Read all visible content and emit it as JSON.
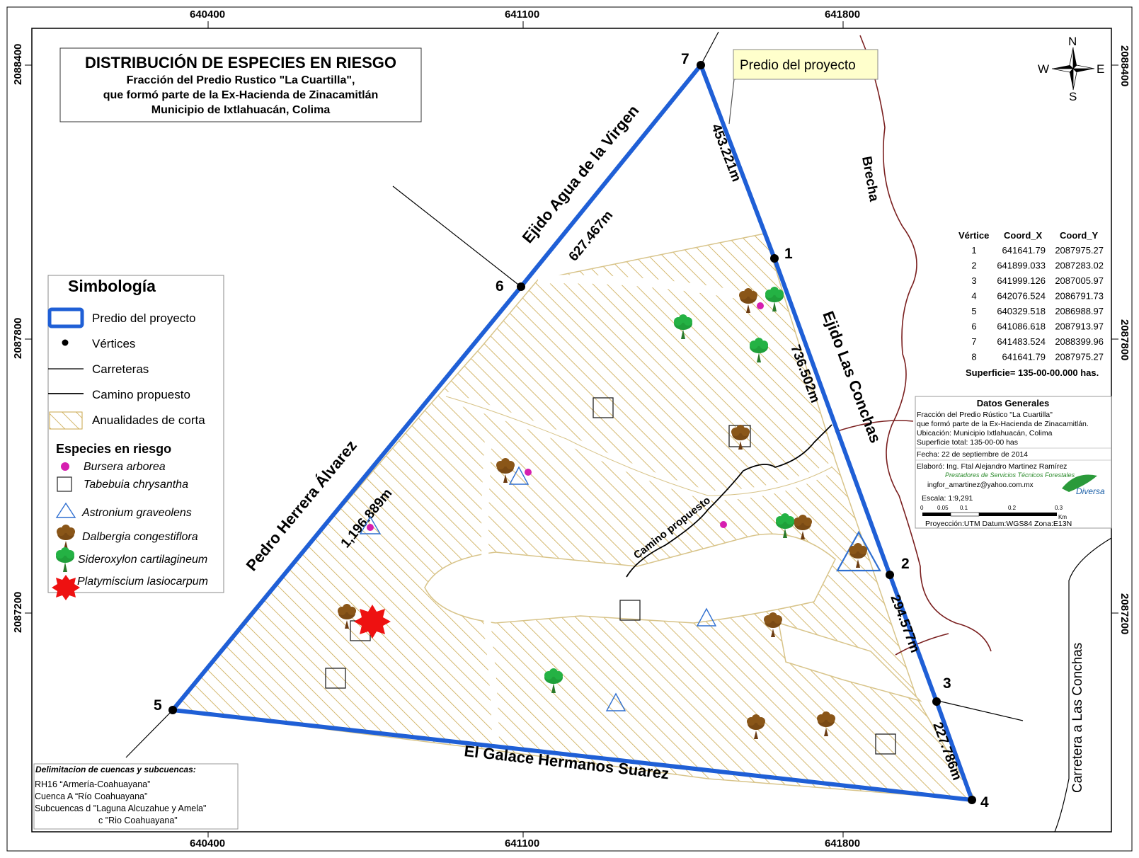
{
  "title": {
    "main": "DISTRIBUCIÓN DE ESPECIES EN RIESGO",
    "line1": "Fracción del Predio Rustico \"La Cuartilla\",",
    "line2": "que formó parte de la Ex-Hacienda de Zinacamitlán",
    "line3": "Municipio de Ixtlahuacán, Colima"
  },
  "grid": {
    "x_labels": [
      "640400",
      "641100",
      "641800"
    ],
    "y_labels": [
      "2088400",
      "2087800",
      "2087200"
    ]
  },
  "callout": "Predio del proyecto",
  "compass": {
    "n": "N",
    "s": "S",
    "e": "E",
    "w": "W"
  },
  "vertices": [
    {
      "id": "1",
      "label": "1"
    },
    {
      "id": "2",
      "label": "2"
    },
    {
      "id": "3",
      "label": "3"
    },
    {
      "id": "4",
      "label": "4"
    },
    {
      "id": "5",
      "label": "5"
    },
    {
      "id": "6",
      "label": "6"
    },
    {
      "id": "7",
      "label": "7"
    }
  ],
  "boundaries": {
    "west": "Pedro Herrera Álvarez",
    "northwest": "Ejido Agua de la Virgen",
    "east": "Ejido Las Conchas",
    "south": "El Galace Hermanos Suarez",
    "brecha": "Brecha",
    "road": "Carretera a Las Conchas",
    "camino": "Camino propuesto"
  },
  "distances": {
    "d67": "627.467m",
    "d71": "453.221m",
    "d12": "736.502m",
    "d23": "294.577m",
    "d34": "227.786m",
    "d56": "1,196.889m"
  },
  "legend": {
    "title": "Simbología",
    "items": [
      "Predio del proyecto",
      "Vértices",
      "Carreteras",
      "Camino propuesto",
      "Anualidades de corta"
    ],
    "species_title": "Especies en riesgo",
    "species": [
      "Bursera arborea",
      "Tabebuia chrysantha",
      "Astronium graveolens",
      "Dalbergia congestiflora",
      "Sideroxylon cartilagineum",
      "Platymiscium lasiocarpum"
    ]
  },
  "coords_table": {
    "headers": [
      "Vértice",
      "Coord_X",
      "Coord_Y"
    ],
    "rows": [
      [
        "1",
        "641641.79",
        "2087975.27"
      ],
      [
        "2",
        "641899.033",
        "2087283.02"
      ],
      [
        "3",
        "641999.126",
        "2087005.97"
      ],
      [
        "4",
        "642076.524",
        "2086791.73"
      ],
      [
        "5",
        "640329.518",
        "2086988.97"
      ],
      [
        "6",
        "641086.618",
        "2087913.97"
      ],
      [
        "7",
        "641483.524",
        "2088399.96"
      ],
      [
        "8",
        "641641.79",
        "2087975.27"
      ]
    ],
    "superficie": "Superficie= 135-00-00.000 has."
  },
  "datos_generales": {
    "title": "Datos Generales",
    "lines": [
      "Fracción del Predio Rústico \"La Cuartilla\"",
      "que formó parte de la Ex-Hacienda de Zinacamitlán.",
      "Ubicación: Municipio Ixtlahuacán, Colima",
      "Superficie total: 135-00-00 has",
      "Fecha: 22 de septiembre de 2014",
      "Elaboró: Ing. Ftal Alejandro Martinez Ramírez"
    ],
    "firm": "Prestadores de Servicios Técnicos Forestales",
    "email": "ingfor_amartinez@yahoo.com.mx",
    "logo": "Diversa",
    "scale": "Escala: 1:9,291",
    "scale_ticks": [
      "0",
      "0.05",
      "0.1",
      "0.2",
      "0.3"
    ],
    "scale_unit": "Km",
    "projection": "Proyección:UTM Datum:WGS84  Zona:E13N"
  },
  "cuencas": {
    "title": "Delimitacion de cuencas y subcuencas:",
    "lines": [
      "RH16 “Armería-Coahuayana”",
      "Cuenca A “Río Coahuayana”",
      "Subcuencas d \"Laguna Alcuzahue y Amela\"",
      "c \"Rio Coahuayana\""
    ]
  },
  "colors": {
    "boundary": "#1f5fd6",
    "hatch": "#c9a64a",
    "brecha": "#7a1f1f",
    "bursera": "#d61fb0",
    "astronium": "#2f6fd0",
    "dalbergia": "#6b3b12",
    "sideroxylon": "#1fa03a",
    "platymiscium": "#ee1111",
    "callout_bg": "#ffffcc"
  }
}
